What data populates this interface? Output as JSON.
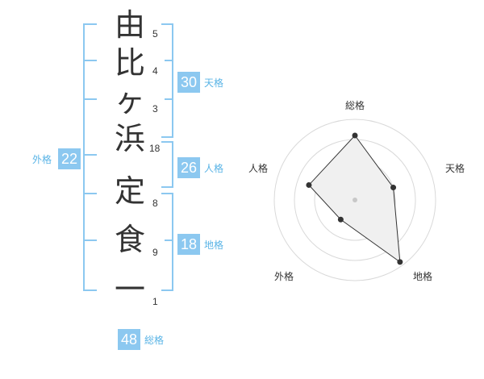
{
  "name_chars": [
    {
      "char": "由",
      "strokes": "5"
    },
    {
      "char": "比",
      "strokes": "4"
    },
    {
      "char": "ヶ",
      "strokes": "3"
    },
    {
      "char": "浜",
      "strokes": "18"
    },
    {
      "char": "定",
      "strokes": "8"
    },
    {
      "char": "食",
      "strokes": "9"
    },
    {
      "char": "一",
      "strokes": "1"
    }
  ],
  "kakaku": {
    "tenkaku": {
      "value": "30",
      "label": "天格"
    },
    "jinkaku": {
      "value": "26",
      "label": "人格"
    },
    "chikaku": {
      "value": "18",
      "label": "地格"
    },
    "gaikaku": {
      "value": "22",
      "label": "外格"
    },
    "soukaku": {
      "value": "48",
      "label": "総格"
    }
  },
  "radar": {
    "axis_labels": [
      "総格",
      "天格",
      "地格",
      "外格",
      "人格"
    ],
    "levels": 4,
    "values": [
      0.8,
      0.5,
      0.95,
      0.3,
      0.6
    ]
  },
  "colors": {
    "bracket": "#8cc8f0",
    "badge": "#8cc8f0",
    "badge_label": "#5ab4e6",
    "grid": "#d9d9d9",
    "polygon_fill": "#f0f0f0",
    "polygon_stroke": "#333333"
  }
}
